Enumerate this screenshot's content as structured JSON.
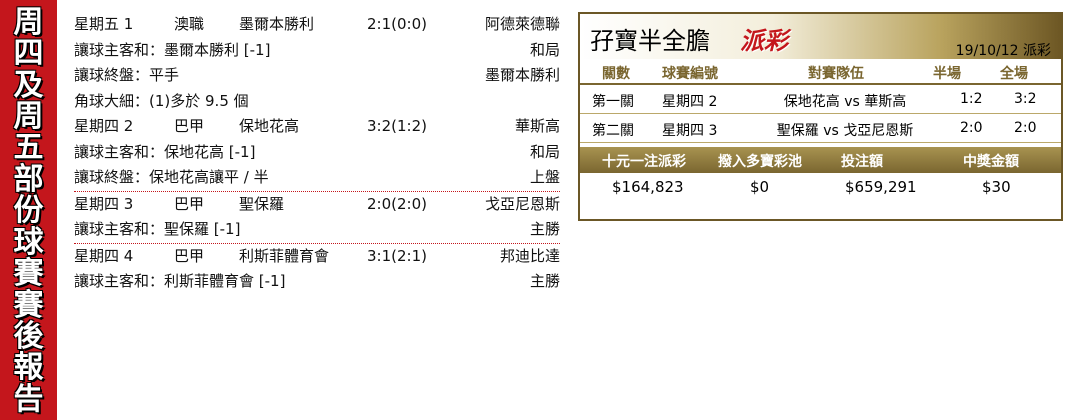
{
  "banner": {
    "chars": [
      "周",
      "四",
      "及",
      "周",
      "五",
      "部",
      "份",
      "球",
      "賽",
      "賽",
      "後",
      "報",
      "告"
    ]
  },
  "results": [
    {
      "match": {
        "day": "星期五 1",
        "league": "澳職",
        "home": "墨爾本勝利",
        "score": "2:1(0:0)",
        "away": "阿德萊德聯"
      },
      "lines": [
        {
          "label": "讓球主客和：墨爾本勝利 [-1]",
          "value": "和局"
        },
        {
          "label": "讓球終盤：平手",
          "value": "墨爾本勝利"
        },
        {
          "label": "角球大細：(1)多於 9.5 個",
          "value": ""
        }
      ]
    },
    {
      "match": {
        "day": "星期四 2",
        "league": "巴甲",
        "home": "保地花高",
        "score": "3:2(1:2)",
        "away": "華斯高"
      },
      "lines": [
        {
          "label": "讓球主客和：保地花高 [-1]",
          "value": "和局"
        },
        {
          "label": "讓球終盤：保地花高讓平 / 半",
          "value": "上盤"
        }
      ]
    },
    {
      "match": {
        "day": "星期四 3",
        "league": "巴甲",
        "home": "聖保羅",
        "score": "2:0(2:0)",
        "away": "戈亞尼恩斯"
      },
      "lines": [
        {
          "label": "讓球主客和：聖保羅 [-1]",
          "value": "主勝"
        }
      ]
    },
    {
      "match": {
        "day": "星期四 4",
        "league": "巴甲",
        "home": "利斯菲體育會",
        "score": "3:1(2:1)",
        "away": "邦迪比達"
      },
      "lines": [
        {
          "label": "讓球主客和：利斯菲體育會 [-1]",
          "value": "主勝"
        }
      ]
    }
  ],
  "panel": {
    "title": "孖寶半全膽",
    "badge": "派彩",
    "date": "19/10/12 派彩",
    "headers": [
      "關數",
      "球賽編號",
      "對賽隊伍",
      "半場",
      "全場"
    ],
    "rows": [
      {
        "stage": "第一關",
        "code": "星期四 2",
        "teams": "保地花高 vs 華斯高",
        "half": "1:2",
        "full": "3:2"
      },
      {
        "stage": "第二關",
        "code": "星期四 3",
        "teams": "聖保羅 vs 戈亞尼恩斯",
        "half": "2:0",
        "full": "2:0"
      }
    ],
    "pay_headers": [
      "十元一注派彩",
      "撥入多寶彩池",
      "投注額",
      "中獎金額"
    ],
    "pay_values": [
      "$164,823",
      "$0",
      "$659,291",
      "$30"
    ]
  },
  "colors": {
    "banner_red": "#c4161c",
    "gold": "#7a6630"
  }
}
